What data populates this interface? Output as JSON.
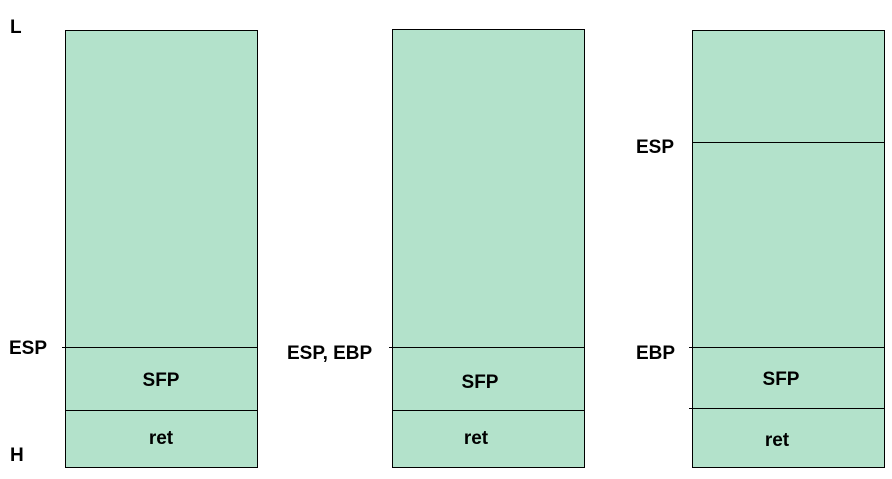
{
  "axis": {
    "low_label": "L",
    "high_label": "H"
  },
  "colors": {
    "stack_fill": "#b3e2cb",
    "line": "#000000"
  },
  "stacks": [
    {
      "pointers": [
        {
          "label": "ESP"
        }
      ],
      "cells": [
        {
          "label": "SFP"
        },
        {
          "label": "ret"
        }
      ]
    },
    {
      "pointers": [
        {
          "label": "ESP, EBP"
        }
      ],
      "cells": [
        {
          "label": "SFP"
        },
        {
          "label": "ret"
        }
      ]
    },
    {
      "pointers": [
        {
          "label": "ESP"
        },
        {
          "label": "EBP"
        }
      ],
      "cells": [
        {
          "label": "SFP"
        },
        {
          "label": "ret"
        }
      ]
    }
  ]
}
